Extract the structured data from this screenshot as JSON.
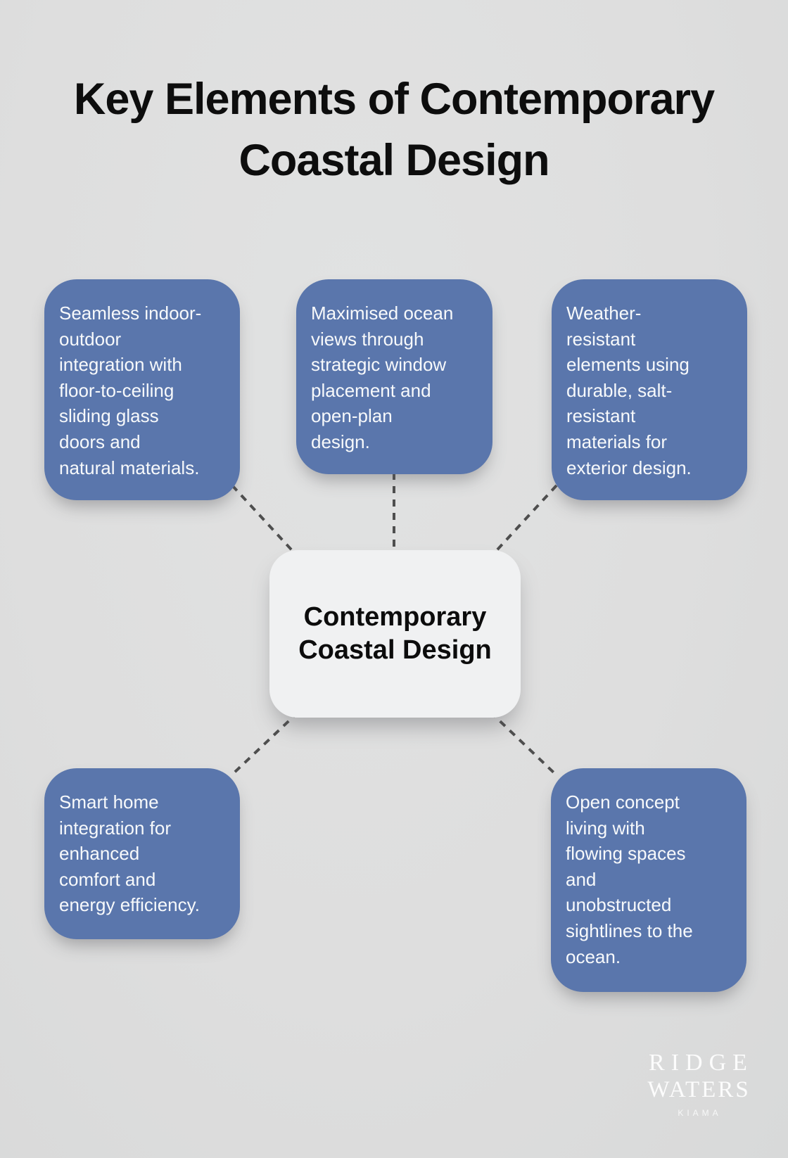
{
  "title": "Key Elements of Contemporary\nCoastal Design",
  "center": {
    "label": "Contemporary\nCoastal Design"
  },
  "nodes": [
    {
      "position": "top-left",
      "text": "Seamless indoor-\noutdoor\nintegration with\nfloor-to-ceiling\nsliding glass\ndoors and\nnatural materials."
    },
    {
      "position": "top-middle",
      "text": "Maximised ocean\nviews through\nstrategic window\nplacement and\nopen-plan\ndesign."
    },
    {
      "position": "top-right",
      "text": "Weather-\nresistant\nelements using\ndurable, salt-\nresistant\nmaterials for\nexterior design."
    },
    {
      "position": "bottom-left",
      "text": "Smart home\nintegration for\nenhanced\ncomfort and\nenergy efficiency."
    },
    {
      "position": "bottom-right",
      "text": "Open concept\nliving with\nflowing spaces\nand\nunobstructed\nsightlines to the\nocean."
    }
  ],
  "logo": {
    "line1": "RIDGE",
    "line2": "WATERS",
    "line3": "KIAMA"
  },
  "colors": {
    "background": "#dedede",
    "node_fill": "#5a76ac",
    "node_text": "#f7f9fb",
    "center_fill": "#f0f1f2",
    "center_text": "#0c0c0c",
    "title_text": "#0d0d0d",
    "connector": "#4e4e4e",
    "logo_text": "#ffffff"
  }
}
